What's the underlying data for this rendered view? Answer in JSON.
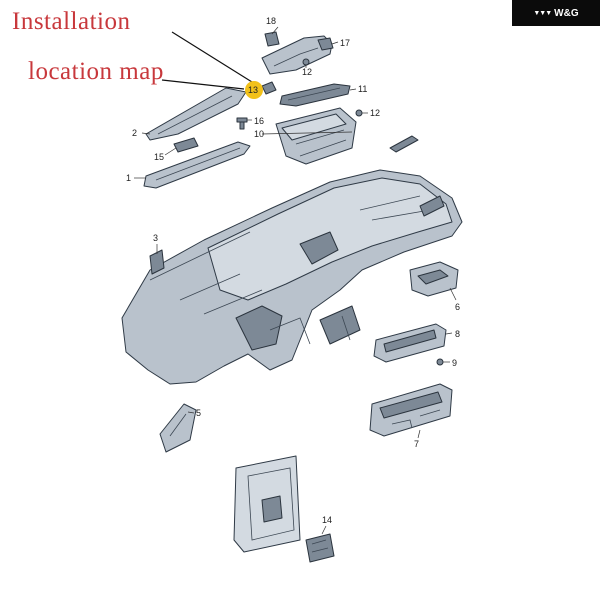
{
  "title": {
    "line1": "Installation",
    "line2": "location map"
  },
  "brand": {
    "label": "W&G",
    "mark": "▼▼▼",
    "background": "#0b0b0b"
  },
  "highlight": {
    "part_number": "13",
    "color": "#f2c11a"
  },
  "colors": {
    "title_text": "#c8383c",
    "part_fill": "#b9c2cc",
    "outline": "#2f3a46"
  },
  "callouts": {
    "p1": "1",
    "p2": "2",
    "p3": "3",
    "p5": "5",
    "p6": "6",
    "p7": "7",
    "p8": "8",
    "p9": "9",
    "p10": "10",
    "p11": "11",
    "p12a": "12",
    "p12b": "12",
    "p13": "13",
    "p14": "14",
    "p15": "15",
    "p16": "16",
    "p17": "17",
    "p18": "18"
  }
}
